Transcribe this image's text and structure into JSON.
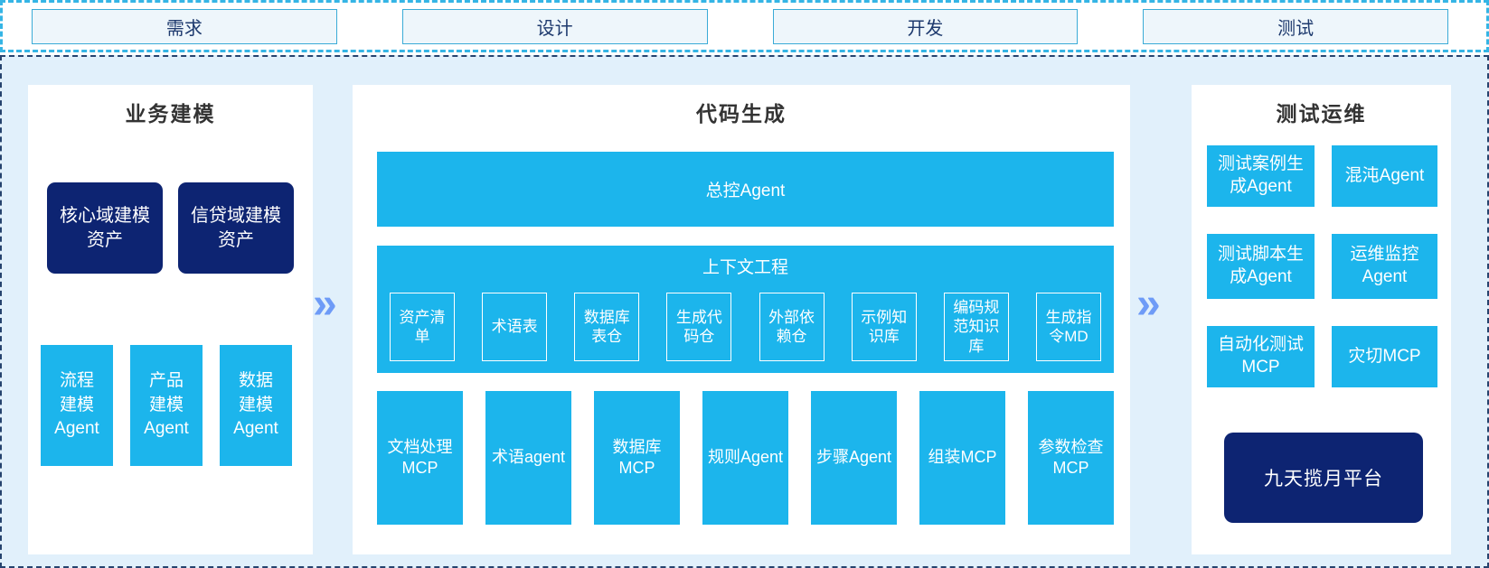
{
  "phases": {
    "items": [
      {
        "label": "需求"
      },
      {
        "label": "设计"
      },
      {
        "label": "开发"
      },
      {
        "label": "测试"
      }
    ]
  },
  "business_modeling": {
    "title": "业务建模",
    "assets": [
      {
        "label": "核心域建模资产"
      },
      {
        "label": "信贷域建模资产"
      }
    ],
    "agents": [
      {
        "label": "流程建模Agent"
      },
      {
        "label": "产品建模Agent"
      },
      {
        "label": "数据建模Agent"
      }
    ]
  },
  "code_generation": {
    "title": "代码生成",
    "master_agent": "总控Agent",
    "context_engineering": {
      "title": "上下文工程",
      "items": [
        {
          "label": "资产清单"
        },
        {
          "label": "术语表"
        },
        {
          "label": "数据库表仓"
        },
        {
          "label": "生成代码仓"
        },
        {
          "label": "外部依赖仓"
        },
        {
          "label": "示例知识库"
        },
        {
          "label": "编码规范知识库"
        },
        {
          "label": "生成指令MD"
        }
      ]
    },
    "tools": [
      {
        "label": "文档处理MCP"
      },
      {
        "label": "术语agent"
      },
      {
        "label": "数据库MCP"
      },
      {
        "label": "规则Agent"
      },
      {
        "label": "步骤Agent"
      },
      {
        "label": "组装MCP"
      },
      {
        "label": "参数检查MCP"
      }
    ]
  },
  "test_ops": {
    "title": "测试运维",
    "boxes": [
      {
        "label": "测试案例生成Agent"
      },
      {
        "label": "混沌Agent"
      },
      {
        "label": "测试脚本生成Agent"
      },
      {
        "label": "运维监控Agent"
      },
      {
        "label": "自动化测试MCP"
      },
      {
        "label": "灾切MCP"
      }
    ],
    "platform": "九天揽月平台"
  },
  "arrows": {
    "glyph": "»"
  },
  "colors": {
    "cyan_box": "#1cb5ec",
    "navy_box": "#0d2472",
    "region_background": "#e1f0fb",
    "phase_box_fill": "#eef6fb",
    "phase_box_border": "#3aabd7",
    "phase_text": "#1e3a6e",
    "dashed_border_navy": "#26436e",
    "dashed_border_cyan": "#35b5e5",
    "chevron_blue": "#6e9bf7"
  }
}
